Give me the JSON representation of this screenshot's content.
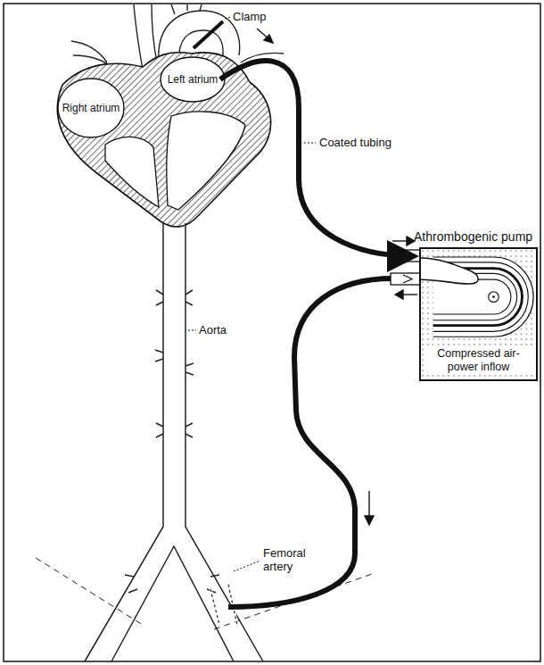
{
  "diagram": {
    "nodes": [
      {
        "text": [
          "Left atrium"
        ]
      },
      {
        "text": [
          "Right atrium"
        ]
      },
      {
        "text": [
          "Athrombogenic pump",
          "Compressed air-power inflow"
        ]
      }
    ],
    "edges": [
      {
        "from": 0,
        "to": 2,
        "arrow": "to"
      }
    ],
    "labels": [
      "Clamp",
      "Coated tubing",
      "Aorta",
      "Femoral artery"
    ]
  }
}
